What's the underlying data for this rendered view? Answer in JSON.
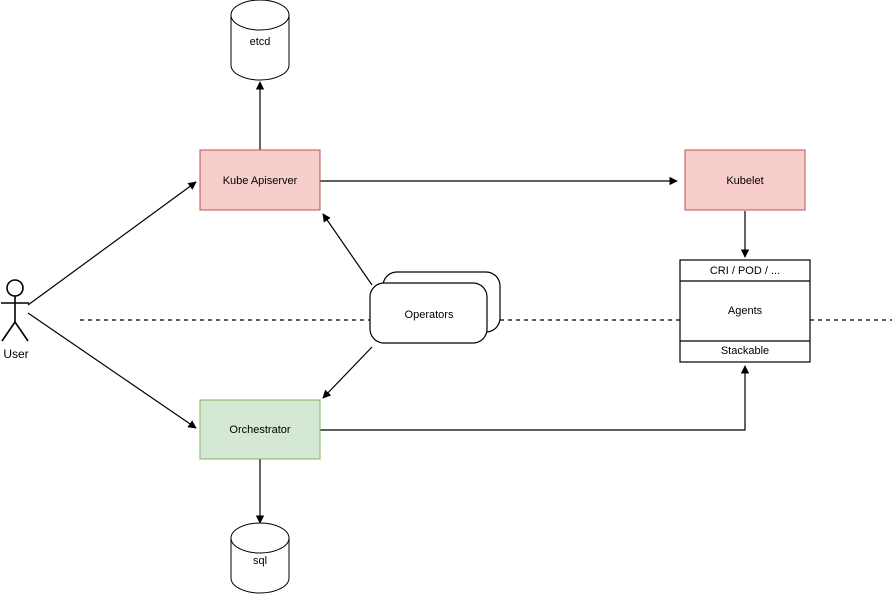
{
  "diagram": {
    "title": "Kubernetes / Orchestrator architecture diagram",
    "colors": {
      "pink_fill": "#f8cecc",
      "pink_stroke": "#b85450",
      "green_fill": "#d5e8d4",
      "green_stroke": "#82b366",
      "white_fill": "#ffffff",
      "stroke": "#000000"
    },
    "nodes": {
      "etcd": {
        "label": "etcd",
        "shape": "cylinder"
      },
      "sql": {
        "label": "sql",
        "shape": "cylinder"
      },
      "kube_apiserver": {
        "label": "Kube Apiserver",
        "shape": "rectangle",
        "fill": "#f8cecc"
      },
      "kubelet": {
        "label": "Kubelet",
        "shape": "rectangle",
        "fill": "#f8cecc"
      },
      "orchestrator": {
        "label": "Orchestrator",
        "shape": "rectangle",
        "fill": "#d5e8d4"
      },
      "operators": {
        "label": "Operators",
        "shape": "stacked-rounded-rectangle",
        "fill": "#ffffff"
      },
      "agents_cri": {
        "label": "CRI / POD / ...",
        "shape": "rectangle",
        "fill": "#ffffff"
      },
      "agents_body": {
        "label": "Agents",
        "shape": "rectangle",
        "fill": "#ffffff"
      },
      "agents_stackable": {
        "label": "Stackable",
        "shape": "rectangle",
        "fill": "#ffffff"
      },
      "user": {
        "label": "User",
        "shape": "uml-actor"
      }
    },
    "edges": [
      {
        "name": "user-to-kube-apiserver",
        "from": "User",
        "to": "Kube Apiserver"
      },
      {
        "name": "user-to-orchestrator",
        "from": "User",
        "to": "Orchestrator"
      },
      {
        "name": "kube-apiserver-to-etcd",
        "from": "Kube Apiserver",
        "to": "etcd"
      },
      {
        "name": "kube-apiserver-to-kubelet",
        "from": "Kube Apiserver",
        "to": "Kubelet"
      },
      {
        "name": "kubelet-to-agents",
        "from": "Kubelet",
        "to": "CRI / POD / ..."
      },
      {
        "name": "operators-to-kube-apiserver",
        "from": "Operators",
        "to": "Kube Apiserver"
      },
      {
        "name": "operators-to-orchestrator",
        "from": "Operators",
        "to": "Orchestrator"
      },
      {
        "name": "orchestrator-to-sql",
        "from": "Orchestrator",
        "to": "sql"
      },
      {
        "name": "orchestrator-to-stackable",
        "from": "Orchestrator",
        "to": "Stackable"
      }
    ],
    "boundary": {
      "name": "horizontal-dashed-boundary",
      "style": "dashed"
    }
  }
}
